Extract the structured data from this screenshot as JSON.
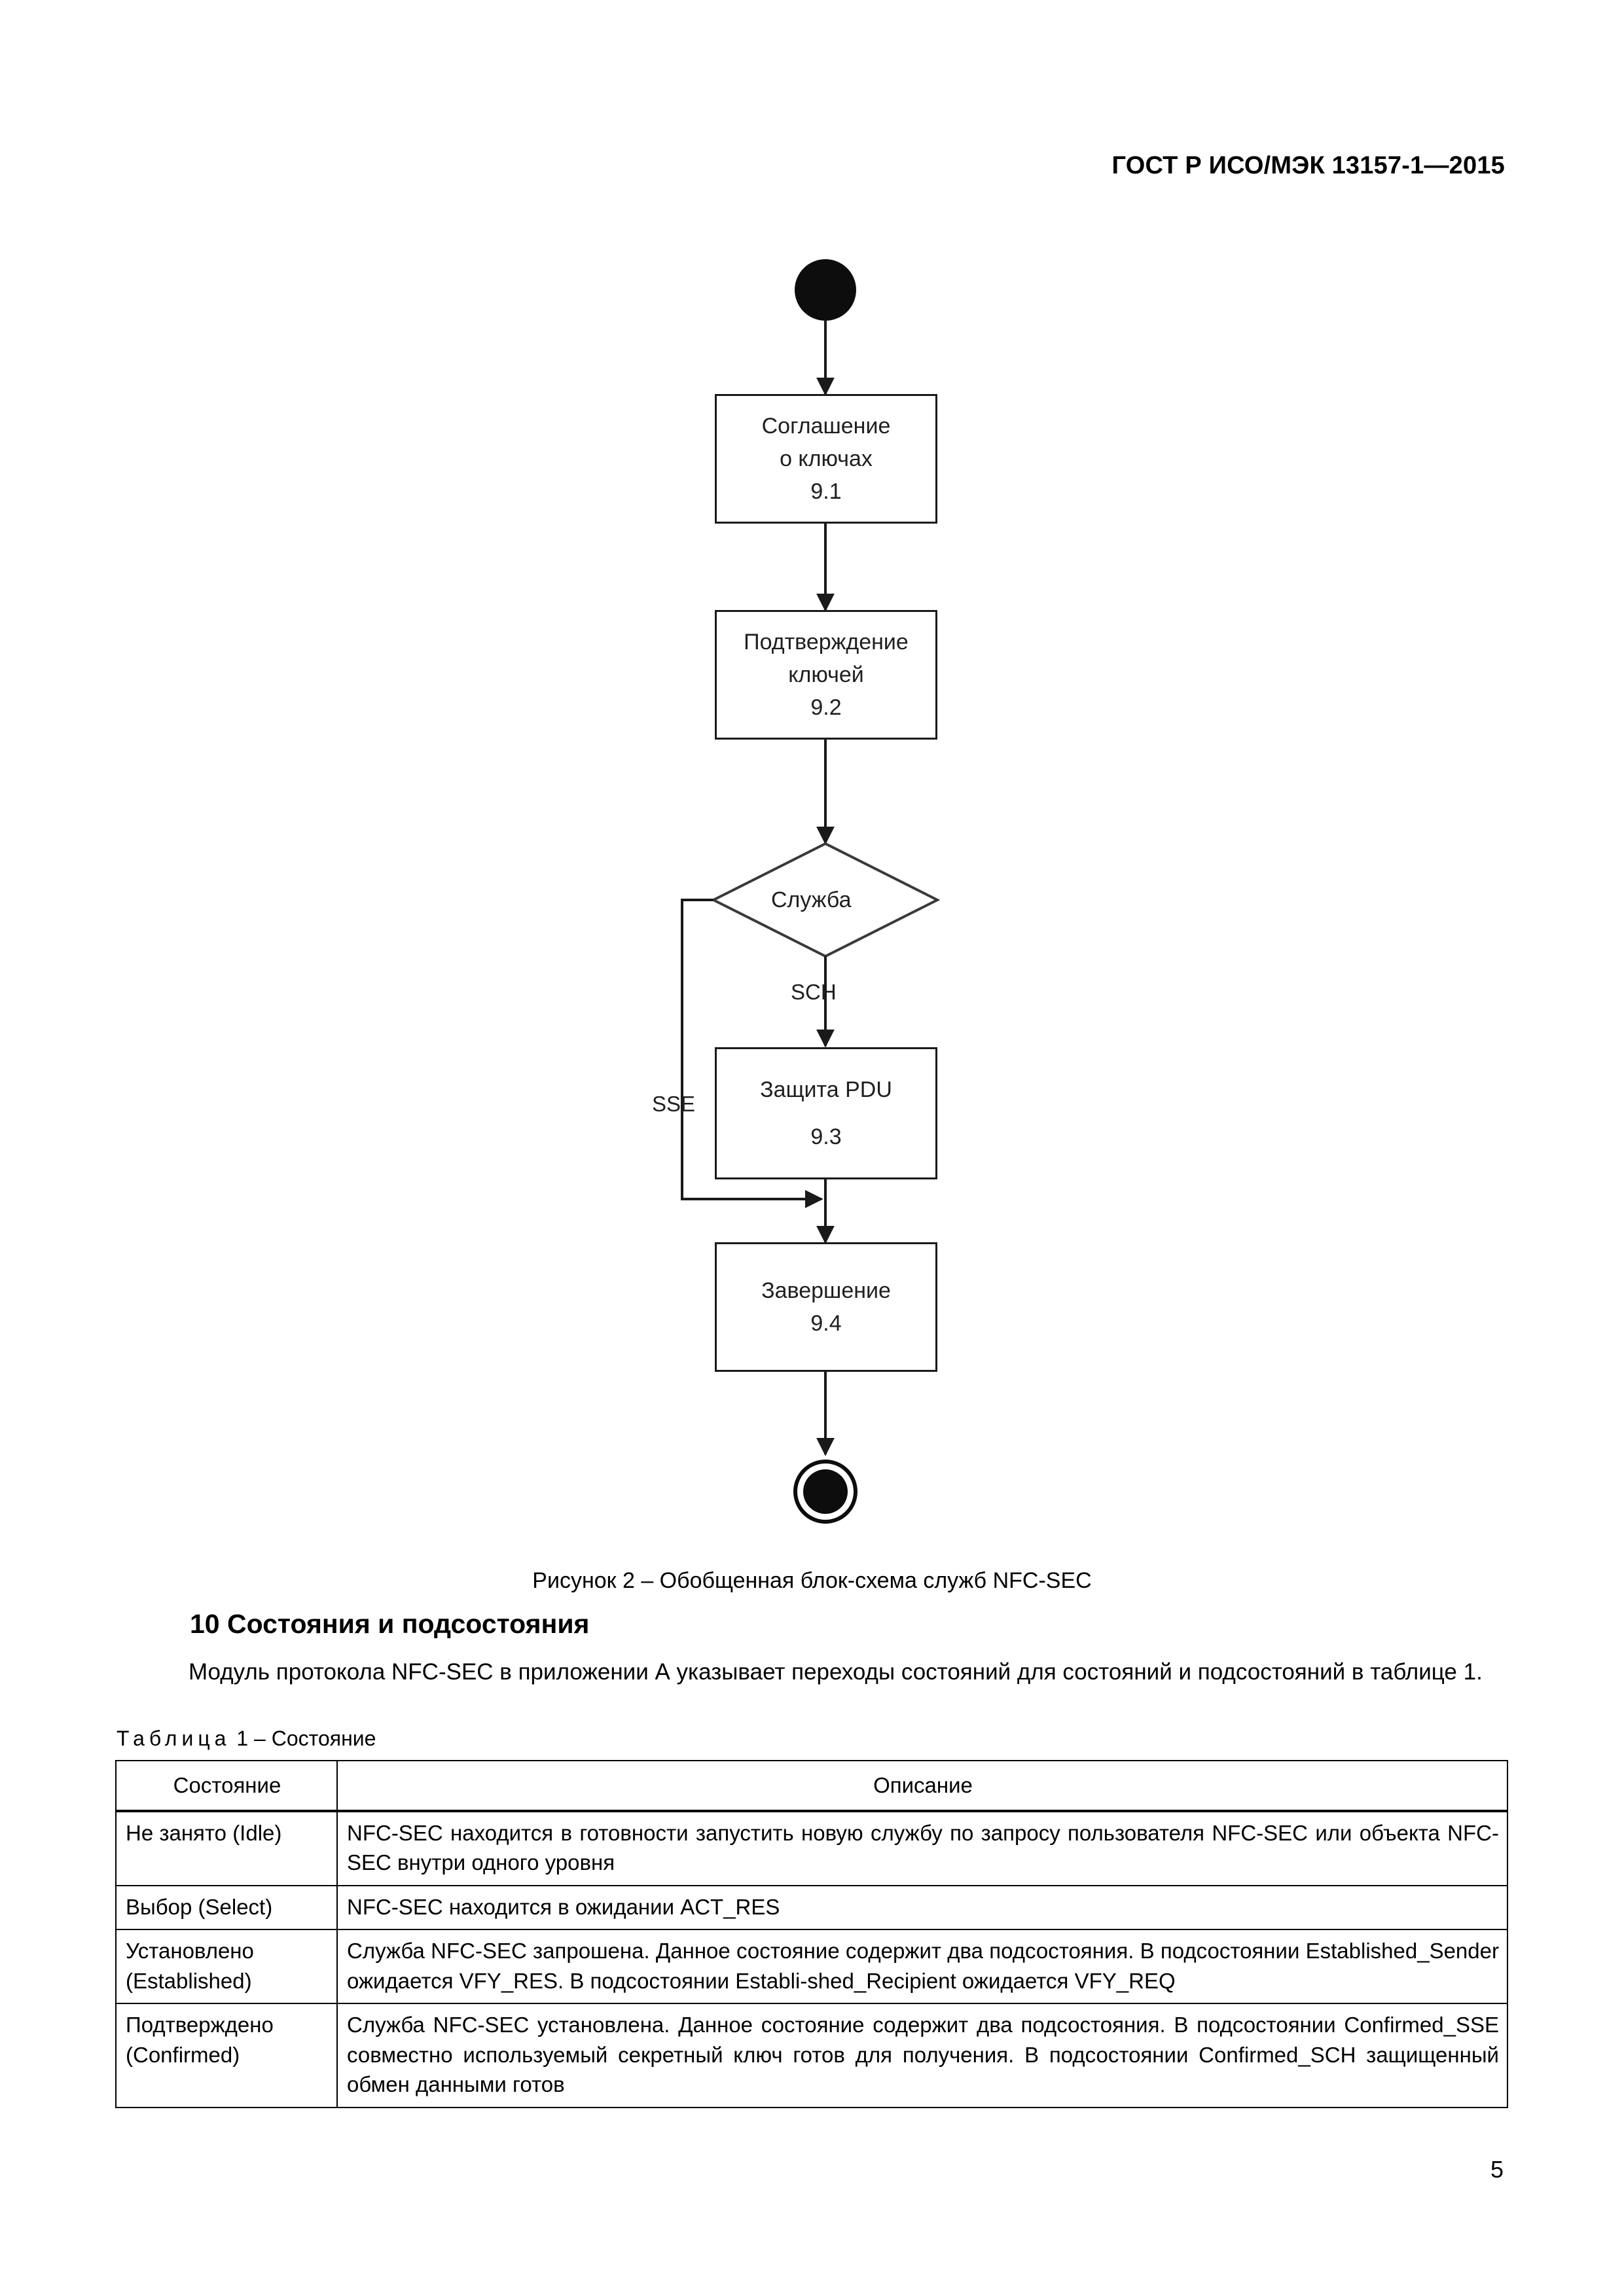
{
  "header": {
    "standard_ref": "ГОСТ Р ИСО/МЭК 13157-1—2015"
  },
  "figure": {
    "caption": "Рисунок 2 – Обобщенная блок-схема служб NFC-SEC",
    "start_node": "start-node",
    "end_node": "end-node",
    "nodes": [
      {
        "line1": "Соглашение",
        "line2": "о ключах",
        "number": "9.1"
      },
      {
        "line1": "Подтверждение",
        "line2": "ключей",
        "number": "9.2"
      },
      {
        "line1": "Защита PDU",
        "line2": "",
        "number": "9.3"
      },
      {
        "line1": "Завершение",
        "line2": "",
        "number": "9.4"
      }
    ],
    "decision": {
      "label": "Служба"
    },
    "edge_labels": {
      "sch": "SCH",
      "sse": "SSE"
    }
  },
  "section": {
    "heading": "10 Состояния и подсостояния",
    "paragraph": "Модуль протокола NFC-SEC в приложении А указывает переходы состояний для состояний и подсостояний в таблице 1."
  },
  "table": {
    "caption_word": "Таблица",
    "caption_rest": "1 – Состояние",
    "headers": [
      "Состояние",
      "Описание"
    ],
    "rows": [
      {
        "state": "Не занято (Idle)",
        "description": "NFC-SEC находится в готовности запустить новую службу по запросу пользователя NFC-SEC или объекта NFC-SEC внутри одного уровня"
      },
      {
        "state": "Выбор (Select)",
        "description": "NFC-SEC находится в ожидании ACT_RES"
      },
      {
        "state": "Установлено (Established)",
        "description": "Служба NFC-SEC запрошена. Данное состояние содержит два подсостояния. В подсостоянии Established_Sender ожидается VFY_RES. В подсостоянии Establi-shed_Recipient ожидается VFY_REQ"
      },
      {
        "state": "Подтверждено (Confirmed)",
        "description": "Служба NFC-SEC установлена. Данное состояние содержит два подсостояния. В подсостоянии Confirmed_SSE совместно используемый секретный ключ готов для получения. В подсостоянии Confirmed_SCH защищенный обмен данными готов"
      }
    ]
  },
  "footer": {
    "page_number": "5"
  }
}
